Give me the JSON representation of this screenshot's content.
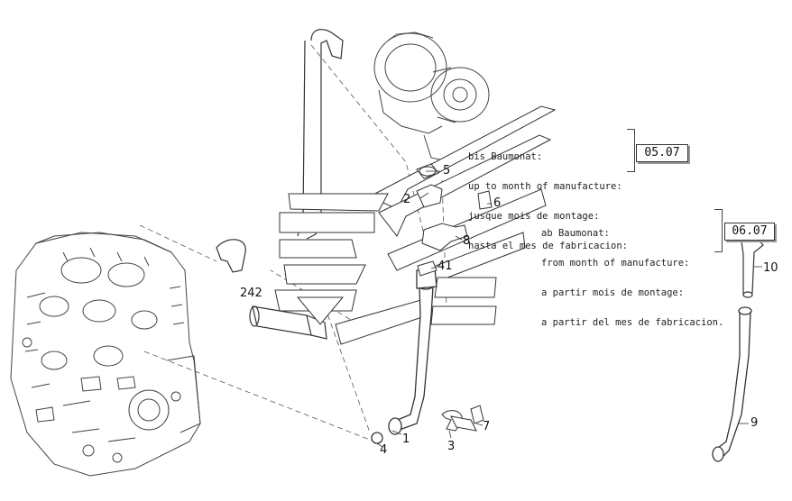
{
  "notes": {
    "upper": {
      "lines": [
        "bis Baumonat:",
        "up to month of manufacture:",
        "jusque mois de montage:",
        "hasta el mes de fabricacion:"
      ],
      "code": "05.07"
    },
    "lower": {
      "lines": [
        "ab Baumonat:",
        "from month of manufacture:",
        "a partir mois de montage:",
        "a partir del mes de fabricacion."
      ],
      "code": "06.07"
    }
  },
  "callouts": {
    "c1": "1",
    "c2": "2",
    "c3": "3",
    "c4": "4",
    "c5": "5",
    "c6": "6",
    "c7": "7",
    "c8": "8",
    "c9": "9",
    "c10": "10",
    "c41": "41",
    "c242": "242"
  }
}
